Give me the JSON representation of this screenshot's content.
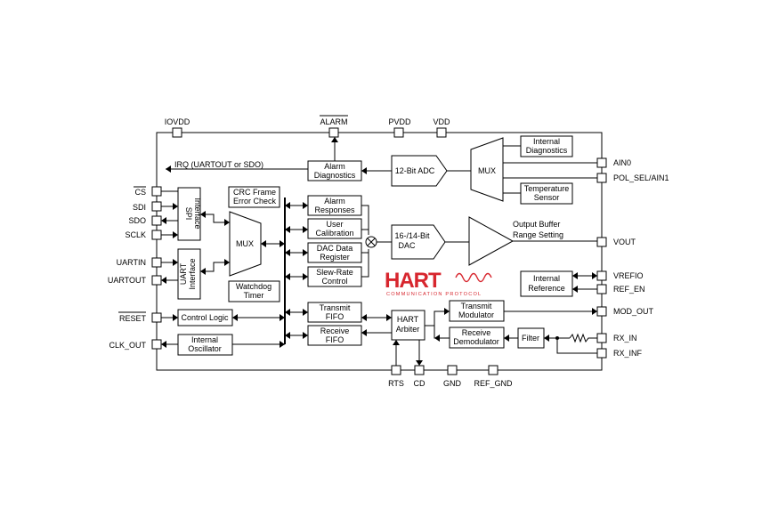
{
  "top_pins": {
    "iovdd": "IOVDD",
    "alarm": "ALARM",
    "pvdd": "PVDD",
    "vdd": "VDD"
  },
  "left_pins": {
    "cs": "CS",
    "sdi": "SDI",
    "sdo": "SDO",
    "sclk": "SCLK",
    "uartin": "UARTIN",
    "uartout": "UARTOUT",
    "reset": "RESET",
    "clk_out": "CLK_OUT"
  },
  "right_pins": {
    "ain0": "AIN0",
    "pol_sel": "POL_SEL/AIN1",
    "vout": "VOUT",
    "vrefio": "VREFIO",
    "ref_en": "REF_EN",
    "mod_out": "MOD_OUT",
    "rx_in": "RX_IN",
    "rx_inf": "RX_INF"
  },
  "bottom_pins": {
    "rts": "RTS",
    "cd": "CD",
    "gnd": "GND",
    "ref_gnd": "REF_GND"
  },
  "signals": {
    "irq": "IRQ (UARTOUT or SDO)"
  },
  "blocks": {
    "spi": [
      "SPI",
      "Interface"
    ],
    "uart": [
      "UART",
      "Interface"
    ],
    "crc": [
      "CRC Frame",
      "Error Check"
    ],
    "mux_left": "MUX",
    "watchdog": [
      "Watchdog",
      "Timer"
    ],
    "control_logic": "Control Logic",
    "oscillator": [
      "Internal",
      "Oscillator"
    ],
    "alarm_diag": [
      "Alarm",
      "Diagnostics"
    ],
    "alarm_resp": [
      "Alarm",
      "Responses"
    ],
    "user_cal": [
      "User",
      "Calibration"
    ],
    "dac_reg": [
      "DAC Data",
      "Register"
    ],
    "slew": [
      "Slew-Rate",
      "Control"
    ],
    "tx_fifo": [
      "Transmit",
      "FIFO"
    ],
    "rx_fifo": [
      "Receive",
      "FIFO"
    ],
    "hart_arbiter": [
      "HART",
      "Arbiter"
    ],
    "adc": "12-Bit ADC",
    "dac": [
      "16-/14-Bit",
      "DAC"
    ],
    "mux_right": "MUX",
    "int_diag": [
      "Internal",
      "Diagnostics"
    ],
    "temp_sensor": [
      "Temperature",
      "Sensor"
    ],
    "output_buffer": [
      "Output Buffer",
      "Range Setting"
    ],
    "int_ref": [
      "Internal",
      "Reference"
    ],
    "tx_mod": [
      "Transmit",
      "Modulator"
    ],
    "rx_demod": [
      "Receive",
      "Demodulator"
    ],
    "filter": "Filter"
  },
  "logo": {
    "word": "HART",
    "tagline": "COMMUNICATION PROTOCOL",
    "color": "#d7262e"
  }
}
